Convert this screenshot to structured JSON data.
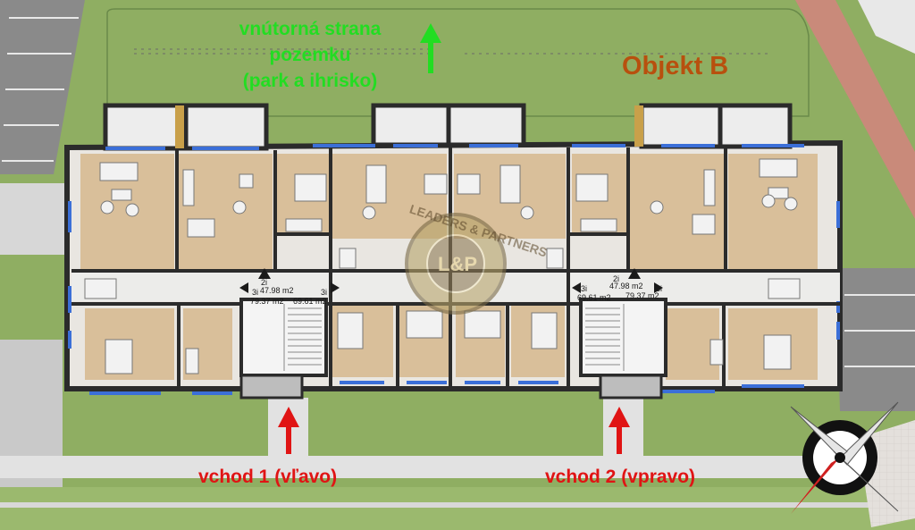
{
  "labels": {
    "inner_side_line1": "vnútorná strana",
    "inner_side_line2": "pozemku",
    "inner_side_line3": "(park a ihrisko)",
    "building": "Objekt B",
    "entrance_left": "vchod 1 (vľavo)",
    "entrance_right": "vchod 2 (vpravo)"
  },
  "stair_left": {
    "top_rooms": "2i",
    "top_area": "47.98 m2",
    "left_rooms": "3i",
    "left_area": "79.37 m2",
    "right_rooms": "3i",
    "right_area": "69.61 m2"
  },
  "stair_right": {
    "top_rooms": "2i",
    "top_area": "47.98 m2",
    "left_rooms": "3i",
    "left_area": "69.61 m2",
    "right_rooms": "3i",
    "right_area": "79.37 m2"
  },
  "watermark": {
    "text": "LEADERS & PARTNERS",
    "monogram": "L&P"
  },
  "colors": {
    "grass": "#8fae62",
    "floor": "#d9bf9a",
    "wall": "#2b2b2b",
    "arrow_green": "#22dd22",
    "arrow_red": "#e01414",
    "building_label": "#b8500e"
  },
  "icons": [
    "compass-icon",
    "north-arrow-icon",
    "entrance-arrow-icon"
  ]
}
